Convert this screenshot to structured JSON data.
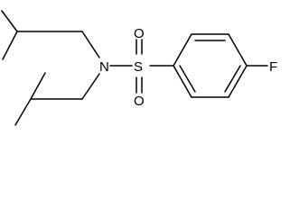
{
  "atoms": {
    "nitrogen": "N",
    "sulfur": "S",
    "oxygen_top": "O",
    "oxygen_bottom": "O",
    "fluorine": "F"
  },
  "colors": {
    "bond": "#000000",
    "label": "#000000",
    "background": "#ffffff"
  }
}
